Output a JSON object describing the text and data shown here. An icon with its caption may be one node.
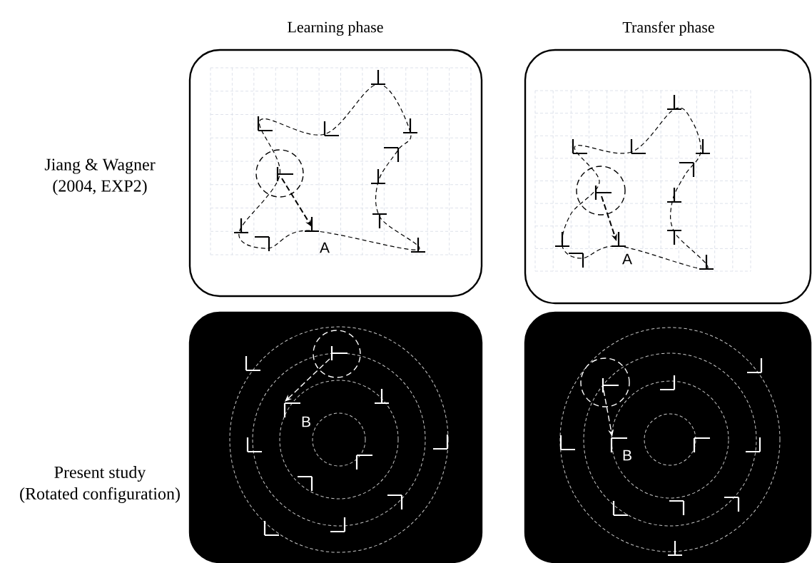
{
  "diagram": {
    "nodes": [
      {
        "text": [],
        "shape": "box"
      },
      {
        "text": [],
        "shape": "box"
      },
      {
        "text": [],
        "shape": "box"
      },
      {
        "text": [],
        "shape": "box"
      }
    ],
    "edges": [],
    "labels": [
      "Learning phase",
      "Transfer phase",
      "Jiang & Wagner (2004, EXP2)",
      "A",
      "A",
      "Present study (Rotated configuration)",
      "B",
      "B"
    ]
  }
}
